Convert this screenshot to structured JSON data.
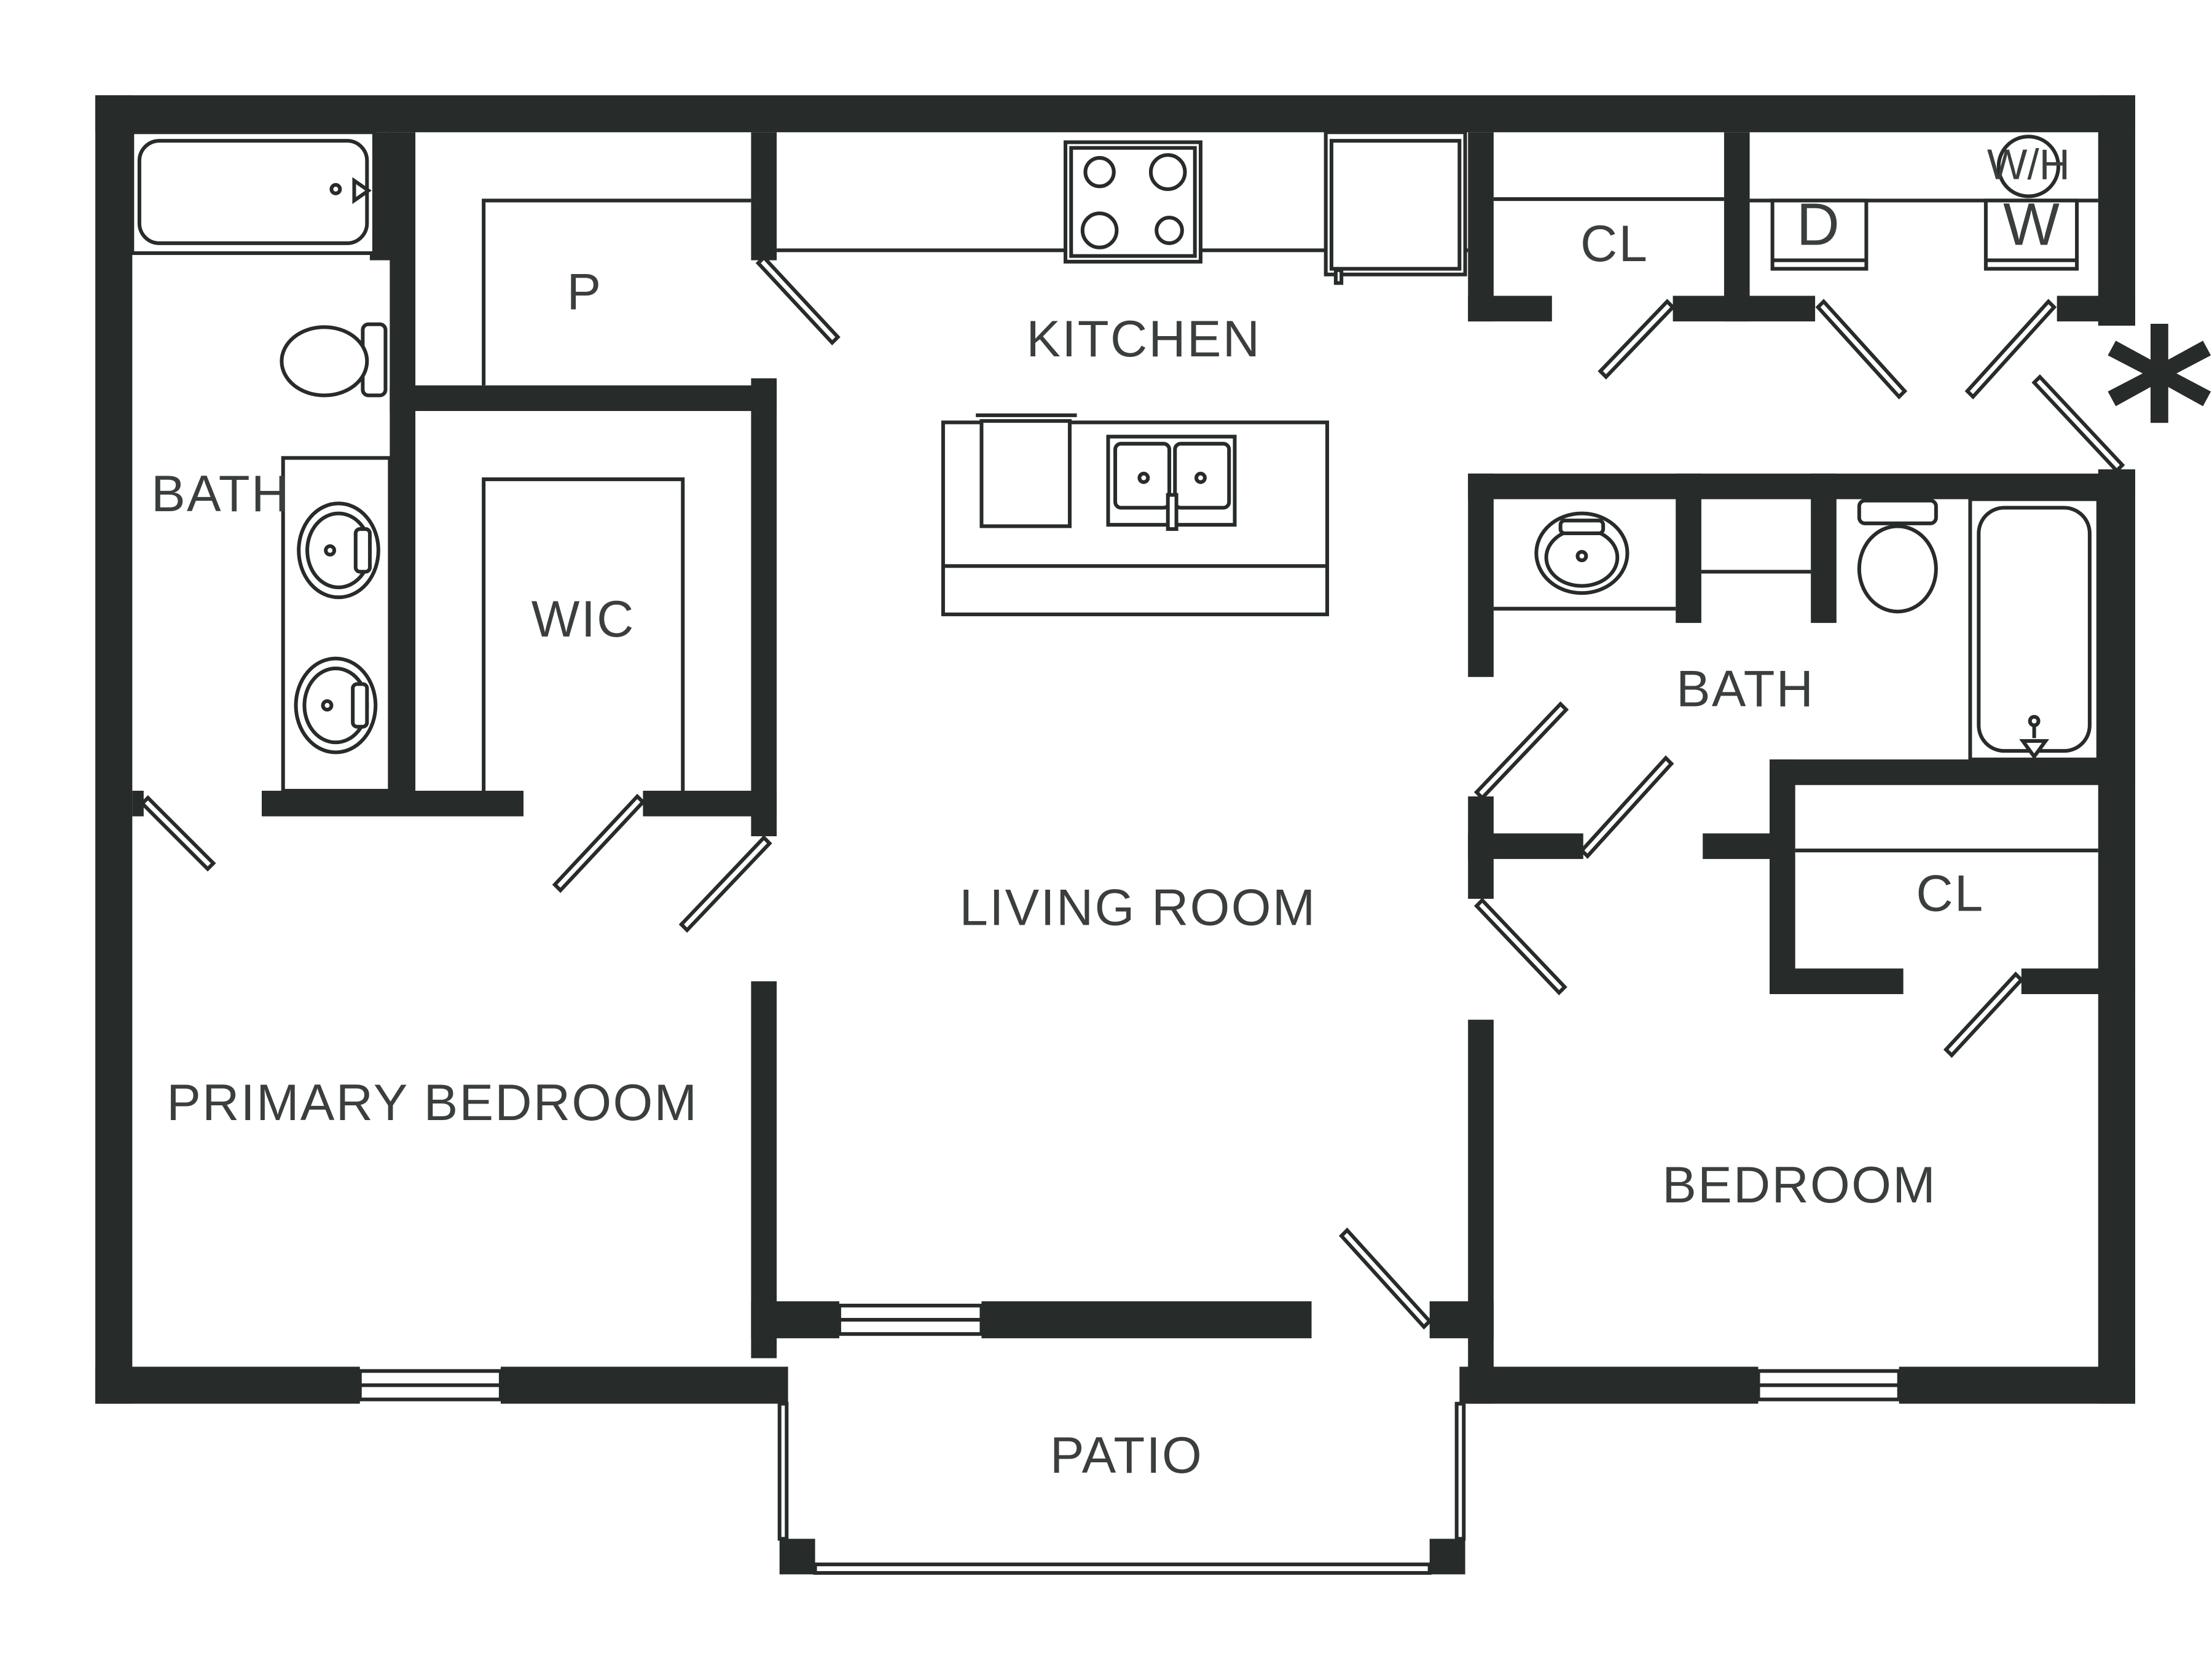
{
  "floorplan": {
    "rooms": {
      "primary_bath": "BATH",
      "pantry": "P",
      "kitchen": "KITCHEN",
      "hall_closet": "CL",
      "wic": "WIC",
      "secondary_bath": "BATH",
      "living_room": "LIVING ROOM",
      "bedroom_closet": "CL",
      "primary_bedroom": "PRIMARY BEDROOM",
      "bedroom": "BEDROOM",
      "patio": "PATIO"
    },
    "appliances": {
      "dryer": "D",
      "washer": "W",
      "water_heater": "W/H"
    },
    "entry_marker": "*"
  },
  "colors": {
    "wall": "#272b2a",
    "background": "#ffffff",
    "label": "#3a3e3d"
  }
}
